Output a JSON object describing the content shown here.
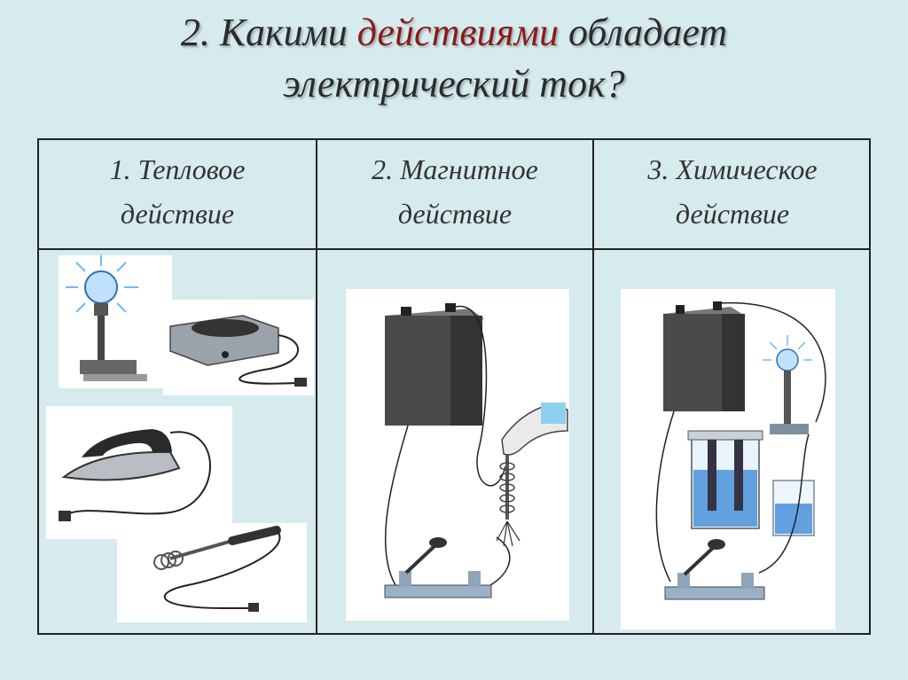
{
  "title": {
    "prefix": "2. Какими ",
    "highlight": "действиями",
    "suffix": " обладает",
    "line2": "электрический ток?"
  },
  "columns": [
    {
      "line1": "1. Тепловое",
      "line2": "действие"
    },
    {
      "line1": "2. Магнитное",
      "line2": "действие"
    },
    {
      "line1": "3. Химическое",
      "line2": "действие"
    }
  ],
  "colors": {
    "background": "#d6ebee",
    "highlight": "#8b1a1a",
    "battery": "#4a4a4a",
    "liquid": "#4a90d9"
  },
  "icons": [
    "light-bulb-icon",
    "hot-plate-icon",
    "iron-icon",
    "soldering-iron-icon",
    "battery-icon",
    "switch-icon",
    "electromagnet-icon",
    "electrolysis-vessel-icon",
    "glass-icon"
  ]
}
